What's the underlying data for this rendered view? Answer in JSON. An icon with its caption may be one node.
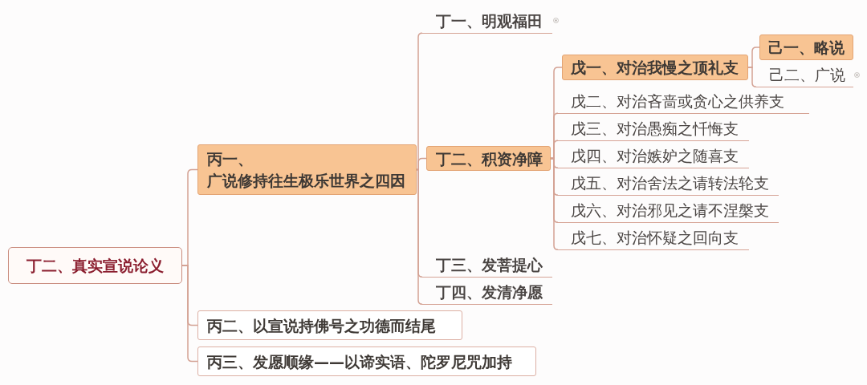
{
  "diagram": {
    "nodes": [
      {
        "text": [
          "丁二、真实宣说论义"
        ]
      },
      {
        "text": [
          "丙一、",
          "广说修持往生极乐世界之四因"
        ]
      },
      {
        "text": [
          "丁一、明观福田"
        ]
      },
      {
        "text": [
          "丁二、积资净障"
        ]
      },
      {
        "text": [
          "戊一、对治我慢之顶礼支"
        ]
      },
      {
        "text": [
          "己一、略说"
        ]
      },
      {
        "text": [
          "己二、广说"
        ]
      },
      {
        "text": [
          "戊二、对治吝啬或贪心之供养支"
        ]
      },
      {
        "text": [
          "戊三、对治愚痴之忏悔支"
        ]
      },
      {
        "text": [
          "戊四、对治嫉妒之随喜支"
        ]
      },
      {
        "text": [
          "戊五、对治舍法之请转法轮支"
        ]
      },
      {
        "text": [
          "戊六、对治邪见之请不涅槃支"
        ]
      },
      {
        "text": [
          "戊七、对治怀疑之回向支"
        ]
      },
      {
        "text": [
          "丁三、发菩提心"
        ]
      },
      {
        "text": [
          "丁四、发清净愿"
        ]
      },
      {
        "text": [
          "丙二、以宣说持佛号之功德而结尾"
        ]
      },
      {
        "text": [
          "丙三、发愿顺缘——以谛实语、陀罗尼咒加持"
        ]
      }
    ],
    "edges": [
      {
        "from": 0,
        "to": 1,
        "arrow": "none"
      },
      {
        "from": 1,
        "to": 2,
        "arrow": "none"
      },
      {
        "from": 1,
        "to": 3,
        "arrow": "none"
      },
      {
        "from": 3,
        "to": 4,
        "arrow": "none"
      },
      {
        "from": 4,
        "to": 5,
        "arrow": "none"
      },
      {
        "from": 4,
        "to": 6,
        "arrow": "none"
      },
      {
        "from": 3,
        "to": 7,
        "arrow": "none"
      },
      {
        "from": 3,
        "to": 8,
        "arrow": "none"
      },
      {
        "from": 3,
        "to": 9,
        "arrow": "none"
      },
      {
        "from": 3,
        "to": 10,
        "arrow": "none"
      },
      {
        "from": 3,
        "to": 11,
        "arrow": "none"
      },
      {
        "from": 3,
        "to": 12,
        "arrow": "none"
      },
      {
        "from": 1,
        "to": 13,
        "arrow": "none"
      },
      {
        "from": 1,
        "to": 14,
        "arrow": "none"
      },
      {
        "from": 0,
        "to": 15,
        "arrow": "none"
      },
      {
        "from": 0,
        "to": 16,
        "arrow": "none"
      }
    ]
  }
}
